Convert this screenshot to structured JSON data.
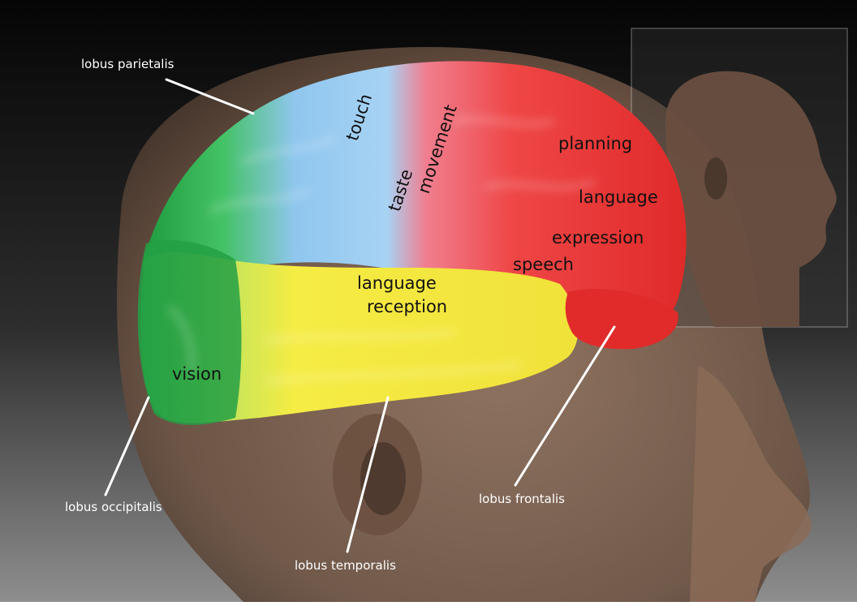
{
  "colors": {
    "background_top": "#060606",
    "background_bottom": "#8f8f8f",
    "head": "#8a6a55",
    "parietal": "#9ccbf0",
    "motor": "#f0808e",
    "frontal": "#ee3838",
    "temporal": "#f4ea3c",
    "occipital": "#1e9a3c",
    "label_text": "#111111",
    "lobe_label_text": "#ffffff",
    "pointer_line": "#ffffff"
  },
  "regions": {
    "touch": "touch",
    "taste": "taste",
    "movement": "movement",
    "planning": "planning",
    "language": "language",
    "expression": "expression",
    "speech": "speech",
    "language_reception_1": "language",
    "language_reception_2": "reception",
    "vision": "vision"
  },
  "lobes": {
    "parietalis": "lobus parietalis",
    "occipitalis": "lobus occipitalis",
    "temporalis": "lobus temporalis",
    "frontalis": "lobus frontalis"
  }
}
